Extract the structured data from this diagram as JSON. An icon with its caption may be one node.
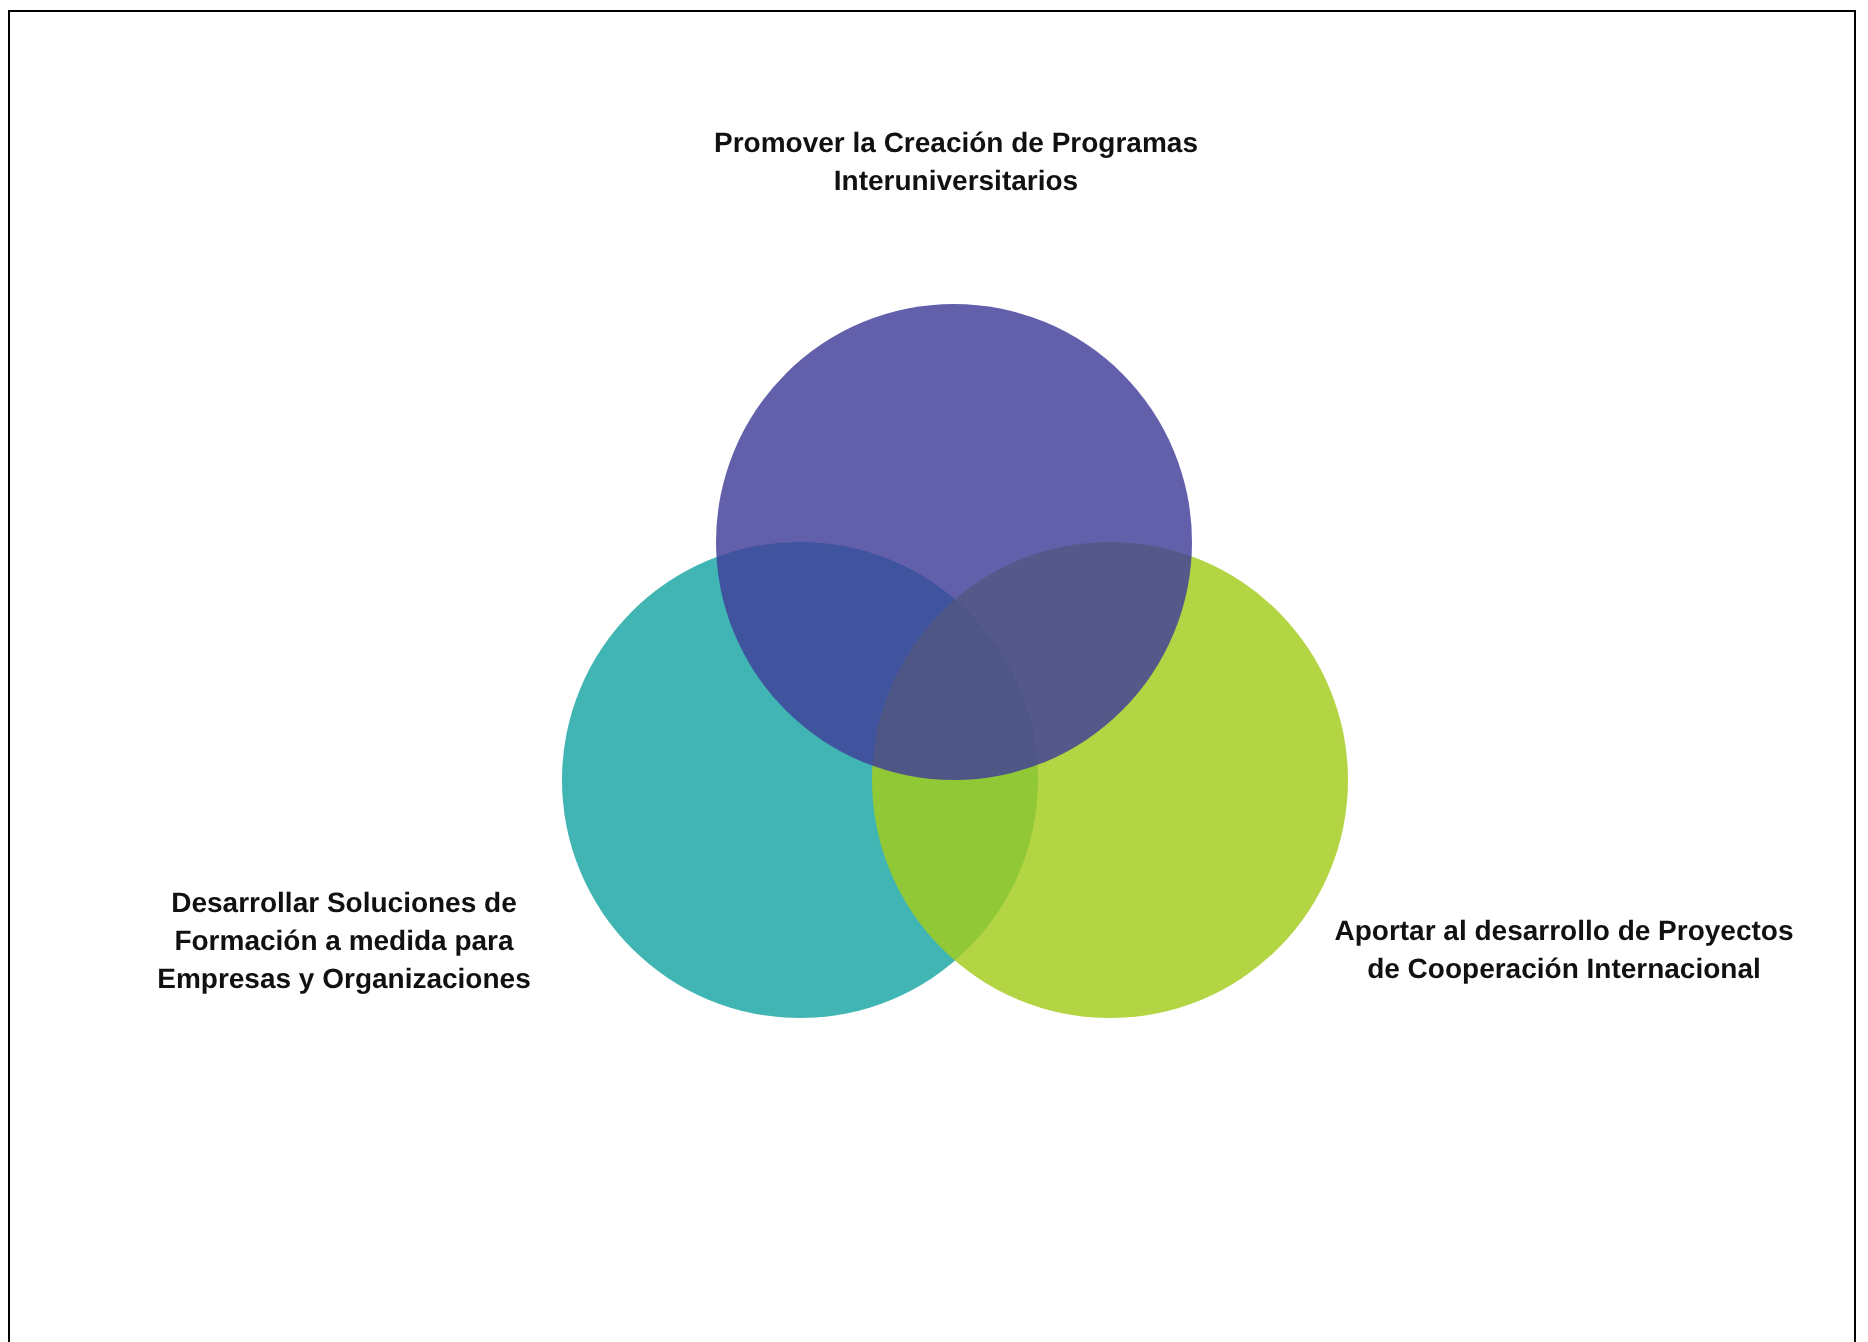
{
  "diagram": {
    "nodes": [
      {
        "text": [
          "Promover la Creación de Programas Interuniversitarios"
        ]
      },
      {
        "text": [
          "Desarrollar Soluciones de Formación a medida para Empresas y Organizaciones"
        ]
      },
      {
        "text": [
          "Aportar al desarrollo de Proyectos de Cooperación Internacional"
        ]
      }
    ]
  }
}
